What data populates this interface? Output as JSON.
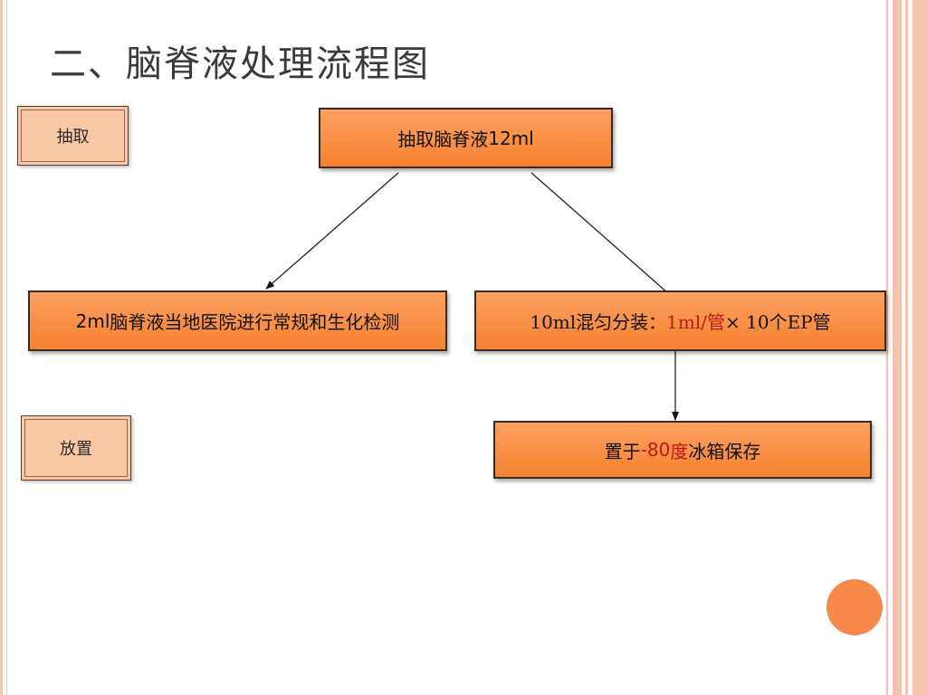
{
  "slide": {
    "title": "二、脑脊液处理流程图",
    "accent_color": "#f4822e",
    "stripe_color": "#f7c3ad"
  },
  "tags": {
    "extract": "抽取",
    "store": "放置"
  },
  "boxes": {
    "top": {
      "prefix": "抽取脑脊液",
      "amount": "12ml"
    },
    "left": {
      "amount": "2ml",
      "text": "脑脊液当地医院进行常规和生化检测"
    },
    "right": {
      "lead": "10ml混匀分装：",
      "per_tube": "1ml/管",
      "tail": "× 10个EP管"
    },
    "bottom": {
      "prefix": "置于",
      "temp": "-80",
      "unit": "度",
      "suffix": "冰箱保存"
    }
  }
}
